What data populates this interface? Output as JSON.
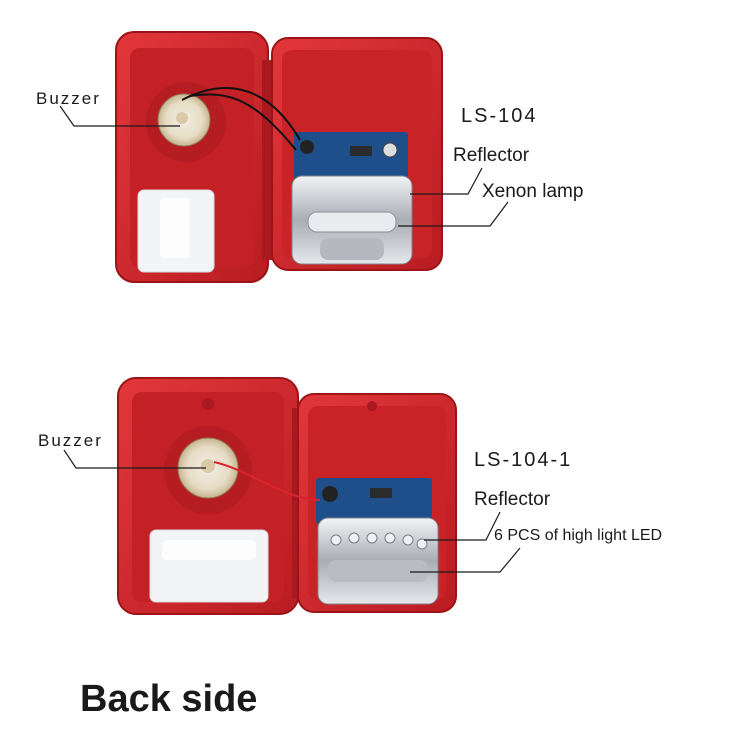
{
  "top_unit": {
    "buzzer_label": "Buzzer",
    "model": "LS-104",
    "reflector_label": "Reflector",
    "lamp_label": "Xenon lamp"
  },
  "bottom_unit": {
    "buzzer_label": "Buzzer",
    "model": "LS-104-1",
    "reflector_label": "Reflector",
    "lamp_label": "6 PCS of high light LED"
  },
  "caption": "Back side",
  "colors": {
    "housing_red": "#d8262b",
    "housing_dark": "#9c1418",
    "pcb_blue": "#1f4f8a",
    "reflector_silver": "#c9ccd2",
    "leader_line": "#1a1a1a"
  }
}
